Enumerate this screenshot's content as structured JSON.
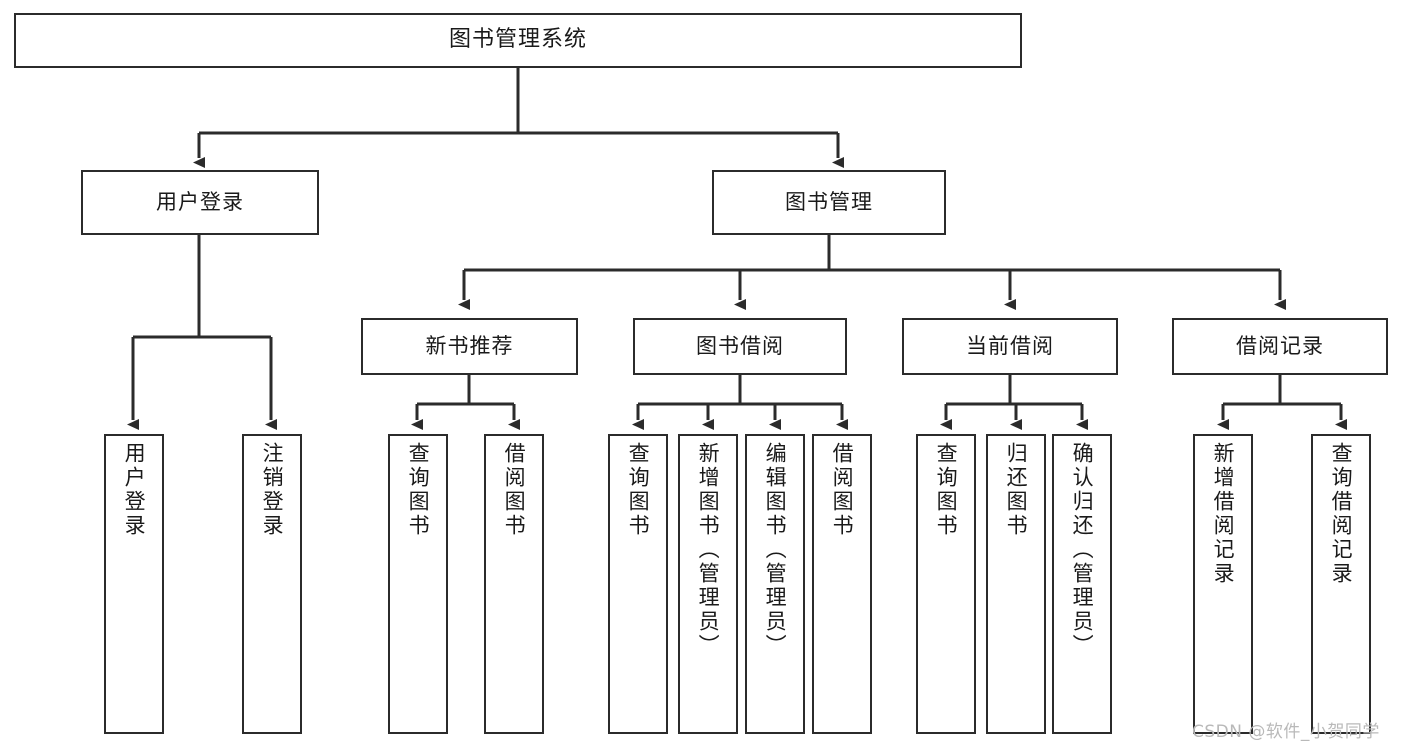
{
  "diagram": {
    "type": "hierarchy-tree",
    "title": "图书管理系统",
    "watermark": "CSDN @软件_小贺同学",
    "colors": {
      "box_border": "#2b2b2b",
      "box_fill": "#ffffff",
      "connector": "#2b2b2b",
      "text": "#1a1a1a",
      "watermark": "#b9b9b9"
    },
    "nodes": {
      "root": "图书管理系统",
      "level2": {
        "user_login": "用户登录",
        "book_manage": "图书管理"
      },
      "level3": {
        "new_book_recommend": "新书推荐",
        "book_borrow": "图书借阅",
        "current_borrow": "当前借阅",
        "borrow_record": "借阅记录"
      },
      "leaves": {
        "user_login_1": "用户登录",
        "user_login_2": "注销登录",
        "recommend_1": "查询图书",
        "recommend_2": "借阅图书",
        "borrow_1": "查询图书",
        "borrow_2": "新增图书（管理员）",
        "borrow_3": "编辑图书（管理员）",
        "borrow_4": "借阅图书",
        "current_1": "查询图书",
        "current_2": "归还图书",
        "current_3": "确认归还（管理员）",
        "record_1": "新增借阅记录",
        "record_2": "查询借阅记录"
      }
    }
  }
}
